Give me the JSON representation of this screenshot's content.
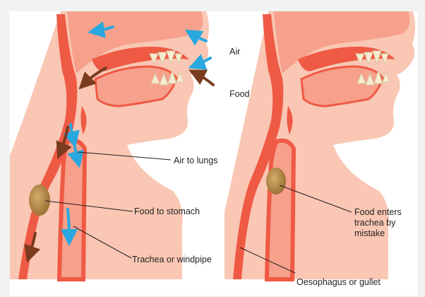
{
  "labels": {
    "air": "Air",
    "food": "Food",
    "air_to_lungs": "Air to lungs",
    "food_to_stomach": "Food to stomach",
    "trachea": "Trachea or windpipe",
    "food_enters": "Food enters trachea by mistake",
    "oesophagus": "Oesophagus or gullet"
  },
  "colors": {
    "skin": "#f9c7b4",
    "skin_dark": "#f0a996",
    "tissue": "#ef5a45",
    "tissue_light": "#f7a08c",
    "teeth": "#f6ecd2",
    "air_arrow": "#29a8e0",
    "food_arrow": "#7a3b1f",
    "food_bolus": "#b78d4e"
  }
}
